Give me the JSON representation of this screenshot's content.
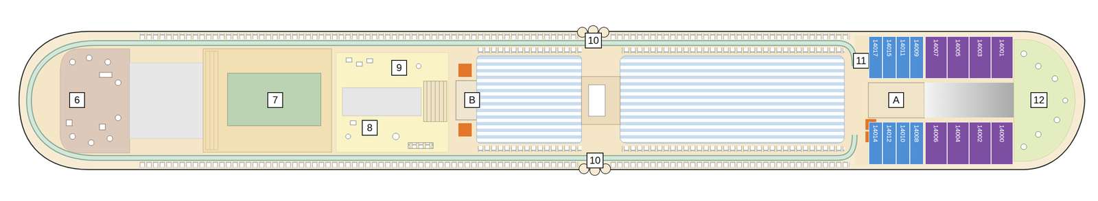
{
  "diagram": {
    "nodes": [
      {
        "text": [
          "6"
        ]
      },
      {
        "text": [
          "7"
        ]
      },
      {
        "text": [
          "9"
        ]
      },
      {
        "text": [
          "8"
        ]
      },
      {
        "text": [
          "B"
        ]
      },
      {
        "text": [
          "10"
        ]
      },
      {
        "text": [
          "10"
        ]
      },
      {
        "text": [
          "11"
        ]
      },
      {
        "text": [
          "A"
        ]
      },
      {
        "text": [
          "12"
        ]
      },
      {
        "text": [
          "14017"
        ]
      },
      {
        "text": [
          "14015"
        ]
      },
      {
        "text": [
          "14011"
        ]
      },
      {
        "text": [
          "14009"
        ]
      },
      {
        "text": [
          "14007"
        ]
      },
      {
        "text": [
          "14005"
        ]
      },
      {
        "text": [
          "14003"
        ]
      },
      {
        "text": [
          "14001"
        ]
      },
      {
        "text": [
          "14014"
        ]
      },
      {
        "text": [
          "14012"
        ]
      },
      {
        "text": [
          "14010"
        ]
      },
      {
        "text": [
          "14008"
        ]
      },
      {
        "text": [
          "14006"
        ]
      },
      {
        "text": [
          "14004"
        ]
      },
      {
        "text": [
          "14002"
        ]
      },
      {
        "text": [
          "14000"
        ]
      }
    ]
  }
}
